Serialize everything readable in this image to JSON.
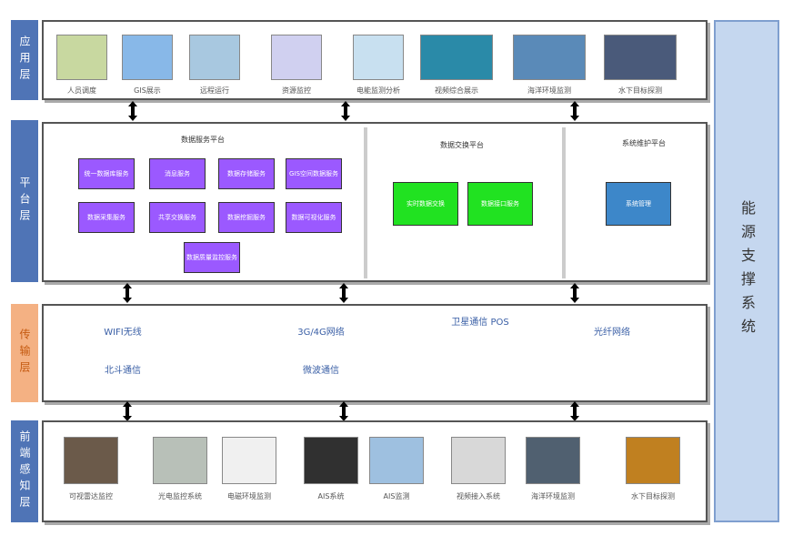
{
  "layers": {
    "application": {
      "label": "应用层",
      "items": [
        "人员调度",
        "GIS展示",
        "远程运行",
        "资源监控",
        "电能监测分析",
        "视频综合展示",
        "海洋环境监测",
        "水下目标探测"
      ]
    },
    "platform": {
      "label": "平台层",
      "sections": [
        {
          "title": "数据服务平台",
          "boxes": [
            "统一数据库服务",
            "消息服务",
            "数据存储服务",
            "GIS空间数据服务",
            "数据采集服务",
            "共享交换服务",
            "数据挖掘服务",
            "数据可视化服务",
            "数据质量监控服务"
          ]
        },
        {
          "title": "数据交换平台",
          "boxes": [
            "实时数据交换",
            "数据接口服务"
          ]
        },
        {
          "title": "系统维护平台",
          "boxes": [
            "系统管理"
          ]
        }
      ]
    },
    "network": {
      "label": "传输层",
      "items": [
        "WIFI无线",
        "3G/4G网络",
        "卫星通信 POS",
        "光纤网络",
        "北斗通信",
        "微波通信"
      ]
    },
    "sensing": {
      "label": "前端感知层",
      "items": [
        "可视雷达监控",
        "光电监控系统",
        "电磁环境监测",
        "AIS系统",
        "AIS监测",
        "视频接入系统",
        "海洋环境监测",
        "水下目标探测"
      ]
    }
  },
  "energy_system": "能源支撑系统"
}
